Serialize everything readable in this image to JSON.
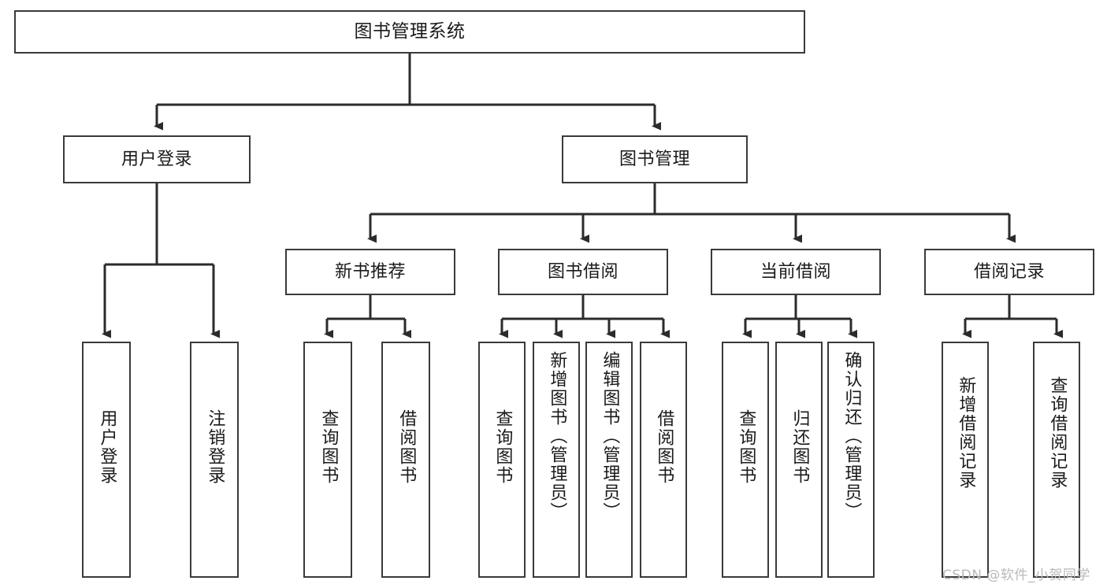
{
  "diagram": {
    "type": "tree",
    "title": "图书管理系统",
    "style": {
      "box_border": "#3a3a3a",
      "box_fill": "#ffffff",
      "line": "#2b2b2b",
      "text": "#1a1a1a",
      "background": "#ffffff",
      "watermark_color": "#b9b9b9"
    },
    "nodes": {
      "root": {
        "label": "图书管理系统"
      },
      "level2": [
        {
          "id": "user_login",
          "label": "用户登录"
        },
        {
          "id": "book_manage",
          "label": "图书管理"
        }
      ],
      "level3": [
        {
          "id": "new_book_rec",
          "label": "新书推荐"
        },
        {
          "id": "book_borrow",
          "label": "图书借阅"
        },
        {
          "id": "current_borrow",
          "label": "当前借阅"
        },
        {
          "id": "borrow_record",
          "label": "借阅记录"
        }
      ],
      "leaves": {
        "user_login": [
          {
            "id": "leaf_user_login",
            "label": "用户登录"
          },
          {
            "id": "leaf_logout",
            "label": "注销登录"
          }
        ],
        "new_book_rec": [
          {
            "id": "leaf_query_book_1",
            "label": "查询图书"
          },
          {
            "id": "leaf_borrow_book_1",
            "label": "借阅图书"
          }
        ],
        "book_borrow": [
          {
            "id": "leaf_query_book_2",
            "label": "查询图书"
          },
          {
            "id": "leaf_add_book",
            "label": "新增图书（管理员）"
          },
          {
            "id": "leaf_edit_book",
            "label": "编辑图书（管理员）"
          },
          {
            "id": "leaf_borrow_book_2",
            "label": "借阅图书"
          }
        ],
        "current_borrow": [
          {
            "id": "leaf_query_book_3",
            "label": "查询图书"
          },
          {
            "id": "leaf_return_book",
            "label": "归还图书"
          },
          {
            "id": "leaf_confirm_return",
            "label": "确认归还（管理员）"
          }
        ],
        "borrow_record": [
          {
            "id": "leaf_add_record",
            "label": "新增借阅记录"
          },
          {
            "id": "leaf_query_record",
            "label": "查询借阅记录"
          }
        ]
      }
    },
    "watermark": "CSDN @软件_小贺同学"
  }
}
